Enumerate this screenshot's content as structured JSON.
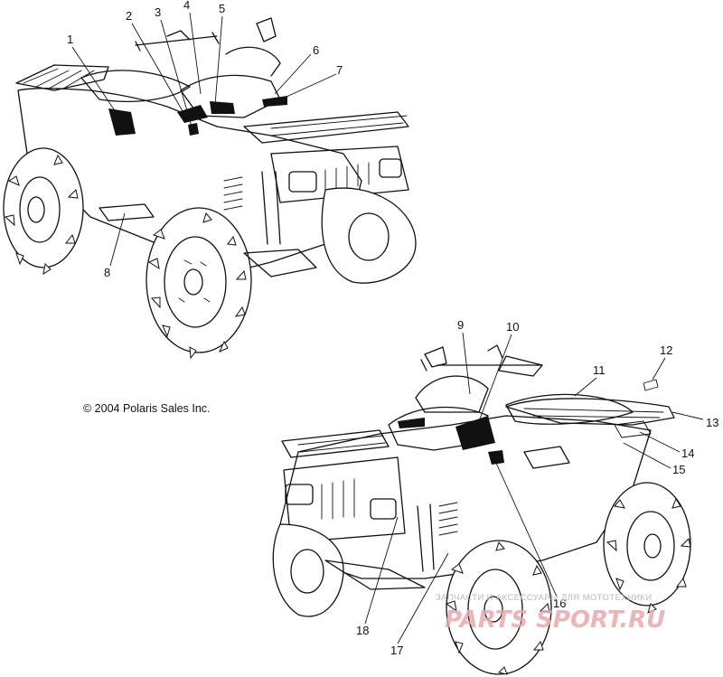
{
  "copyright": "© 2004 Polaris Sales Inc.",
  "watermark": {
    "tagline": "ЗАПЧАСТИ И АКСЕССУАРЫ ДЛЯ МОТОТЕХНИКИ",
    "brand": "PARTS SPORT.RU",
    "color": "#e8a9ad"
  },
  "callouts": [
    "1",
    "2",
    "3",
    "4",
    "5",
    "6",
    "7",
    "8",
    "9",
    "10",
    "11",
    "12",
    "13",
    "14",
    "15",
    "16",
    "17",
    "18"
  ]
}
